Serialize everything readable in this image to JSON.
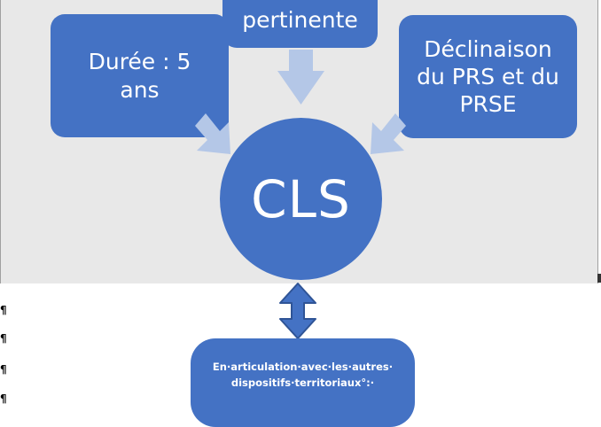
{
  "diagram": {
    "left_box": "Durée : 5 ans",
    "top_box": "pertinente",
    "right_box": "Déclinaison du PRS et du PRSE",
    "center": "CLS",
    "bottom_box_line1": "En·articulation·avec·les·autres·",
    "bottom_box_line2": "dispositifs·territoriaux°:·"
  },
  "document": {
    "pilcrows": [
      "¶",
      "¶",
      "¶",
      "¶"
    ]
  },
  "colors": {
    "shape_fill": "#4472c4",
    "arrow_light": "#b4c7e7",
    "canvas_bg": "#e8e8e8"
  }
}
